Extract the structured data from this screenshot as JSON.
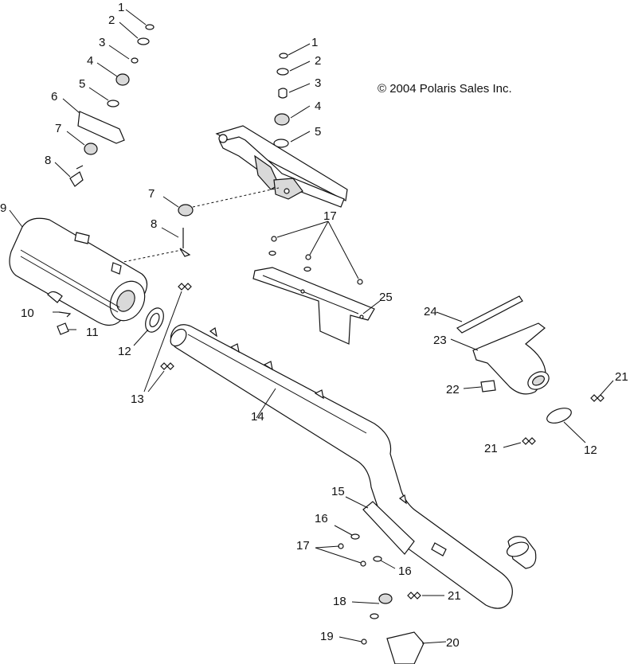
{
  "copyright": "© 2004 Polaris Sales Inc.",
  "callouts": {
    "c1a": "1",
    "c2a": "2",
    "c3a": "3",
    "c4a": "4",
    "c5a": "5",
    "c6": "6",
    "c7a": "7",
    "c8a": "8",
    "c9": "9",
    "c10": "10",
    "c11": "11",
    "c12a": "12",
    "c13": "13",
    "c14": "14",
    "c1b": "1",
    "c2b": "2",
    "c3b": "3",
    "c4b": "4",
    "c5b": "5",
    "c7b": "7",
    "c8b": "8",
    "c17a": "17",
    "c25": "25",
    "c24": "24",
    "c23": "23",
    "c22": "22",
    "c21a": "21",
    "c21b": "21",
    "c12b": "12",
    "c15": "15",
    "c16a": "16",
    "c17b": "17",
    "c16b": "16",
    "c18": "18",
    "c21c": "21",
    "c19": "19",
    "c20": "20"
  }
}
